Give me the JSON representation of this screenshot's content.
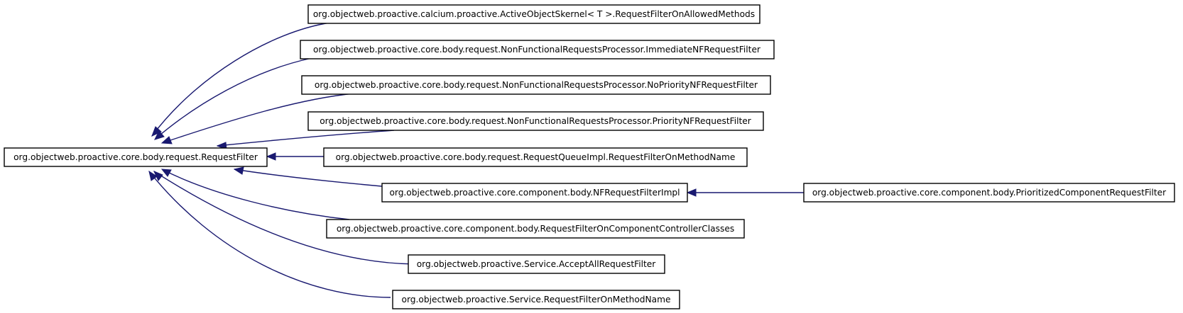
{
  "diagram": {
    "nodes": {
      "request_filter": "org.objectweb.proactive.core.body.request.RequestFilter",
      "calcium_filter": "org.objectweb.proactive.calcium.proactive.ActiveObjectSkernel< T >.RequestFilterOnAllowedMethods",
      "immediate_nf_filter": "org.objectweb.proactive.core.body.request.NonFunctionalRequestsProcessor.ImmediateNFRequestFilter",
      "no_priority_nf_filter": "org.objectweb.proactive.core.body.request.NonFunctionalRequestsProcessor.NoPriorityNFRequestFilter",
      "priority_nf_filter": "org.objectweb.proactive.core.body.request.NonFunctionalRequestsProcessor.PriorityNFRequestFilter",
      "queue_method_name_filter": "org.objectweb.proactive.core.body.request.RequestQueueImpl.RequestFilterOnMethodName",
      "nf_request_filter_impl": "org.objectweb.proactive.core.component.body.NFRequestFilterImpl",
      "prioritized_component_filter": "org.objectweb.proactive.core.component.body.PrioritizedComponentRequestFilter",
      "component_controller_filter": "org.objectweb.proactive.core.component.body.RequestFilterOnComponentControllerClasses",
      "accept_all_filter": "org.objectweb.proactive.Service.AcceptAllRequestFilter",
      "service_method_name_filter": "org.objectweb.proactive.Service.RequestFilterOnMethodName"
    },
    "colors": {
      "edge": "#191970",
      "node_border": "#000000",
      "node_fill": "#ffffff"
    }
  }
}
